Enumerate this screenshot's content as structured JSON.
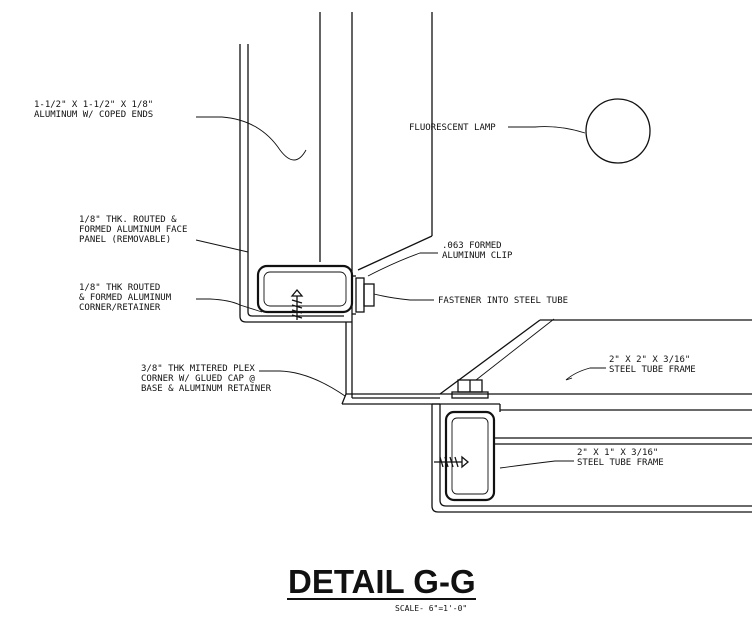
{
  "labels": {
    "aluminum_tube": [
      "1-1/2\" X 1-1/2\" X 1/8\"",
      "ALUMINUM W/ COPED ENDS"
    ],
    "face_panel": [
      "1/8\" THK. ROUTED &",
      "FORMED ALUMINUM FACE",
      "PANEL (REMOVABLE)"
    ],
    "corner_retainer": [
      "1/8\" THK ROUTED",
      "& FORMED ALUMINUM",
      "CORNER/RETAINER"
    ],
    "plex_corner": [
      "3/8\" THK MITERED PLEX",
      "CORNER W/ GLUED CAP @",
      "BASE & ALUMINUM RETAINER"
    ],
    "fluorescent_lamp": [
      "FLUORESCENT LAMP"
    ],
    "aluminum_clip": [
      ".063 FORMED",
      "ALUMINUM CLIP"
    ],
    "fastener": [
      "FASTENER INTO STEEL TUBE"
    ],
    "steel_tube_2x2": [
      "2\" X 2\" X 3/16\"",
      "STEEL TUBE FRAME"
    ],
    "steel_tube_2x1": [
      "2\" X 1\" X 3/16\"",
      "STEEL TUBE FRAME"
    ]
  },
  "title": "DETAIL G-G",
  "scale": "SCALE- 6\"=1'-0\""
}
